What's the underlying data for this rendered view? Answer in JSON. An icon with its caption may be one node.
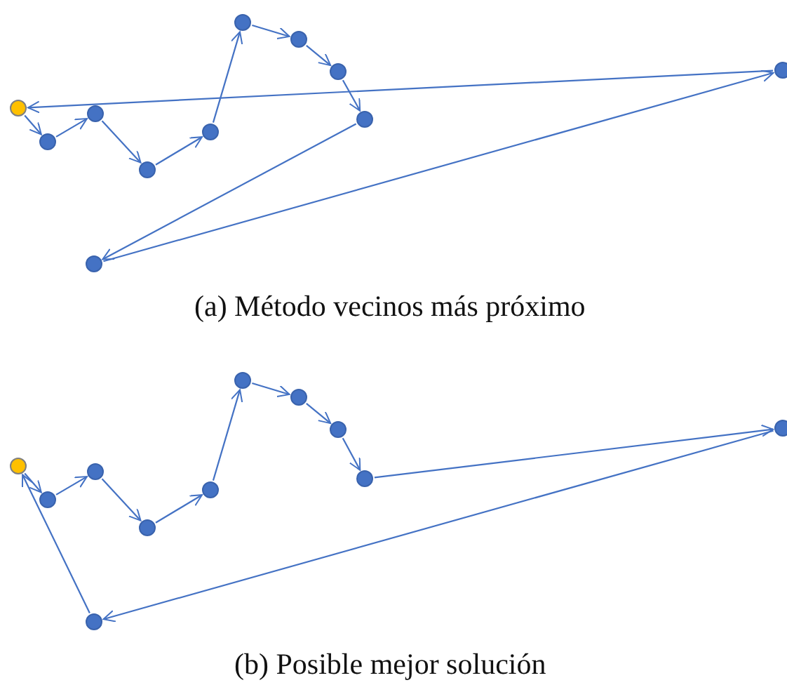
{
  "diagram": {
    "nodes": [
      {
        "text": [],
        "shape": "circle"
      },
      {
        "text": [],
        "shape": "circle"
      },
      {
        "text": [],
        "shape": "circle"
      },
      {
        "text": [],
        "shape": "circle"
      },
      {
        "text": [],
        "shape": "circle"
      },
      {
        "text": [],
        "shape": "circle"
      },
      {
        "text": [],
        "shape": "circle"
      },
      {
        "text": [],
        "shape": "circle"
      },
      {
        "text": [],
        "shape": "circle"
      },
      {
        "text": [],
        "shape": "circle"
      },
      {
        "text": [],
        "shape": "circle"
      },
      {
        "text": [],
        "shape": "circle"
      },
      {
        "text": [],
        "shape": "circle"
      },
      {
        "text": [],
        "shape": "circle"
      },
      {
        "text": [],
        "shape": "circle"
      },
      {
        "text": [],
        "shape": "circle"
      },
      {
        "text": [],
        "shape": "circle"
      },
      {
        "text": [],
        "shape": "circle"
      },
      {
        "text": [],
        "shape": "circle"
      },
      {
        "text": [],
        "shape": "circle"
      },
      {
        "text": [],
        "shape": "circle"
      },
      {
        "text": [],
        "shape": "circle"
      }
    ],
    "edges": [
      {
        "from": 0,
        "to": 1,
        "arrow": "to"
      },
      {
        "from": 1,
        "to": 2,
        "arrow": "to"
      },
      {
        "from": 2,
        "to": 4,
        "arrow": "to"
      },
      {
        "from": 4,
        "to": 5,
        "arrow": "to"
      },
      {
        "from": 5,
        "to": 6,
        "arrow": "to"
      },
      {
        "from": 6,
        "to": 7,
        "arrow": "to"
      },
      {
        "from": 7,
        "to": 8,
        "arrow": "to"
      },
      {
        "from": 8,
        "to": 9,
        "arrow": "to"
      },
      {
        "from": 9,
        "to": 3,
        "arrow": "to"
      },
      {
        "from": 3,
        "to": 10,
        "arrow": "to"
      },
      {
        "from": 10,
        "to": 0,
        "arrow": "to"
      },
      {
        "from": 11,
        "to": 12,
        "arrow": "to"
      },
      {
        "from": 12,
        "to": 13,
        "arrow": "to"
      },
      {
        "from": 13,
        "to": 15,
        "arrow": "to"
      },
      {
        "from": 15,
        "to": 16,
        "arrow": "to"
      },
      {
        "from": 16,
        "to": 17,
        "arrow": "to"
      },
      {
        "from": 17,
        "to": 18,
        "arrow": "to"
      },
      {
        "from": 18,
        "to": 19,
        "arrow": "to"
      },
      {
        "from": 19,
        "to": 20,
        "arrow": "to"
      },
      {
        "from": 20,
        "to": 21,
        "arrow": "to"
      },
      {
        "from": 21,
        "to": 14,
        "arrow": "to"
      },
      {
        "from": 14,
        "to": 11,
        "arrow": "to"
      }
    ],
    "labels": [
      "(a) Método vecinos más próximo",
      "(b) Posible mejor solución"
    ]
  }
}
